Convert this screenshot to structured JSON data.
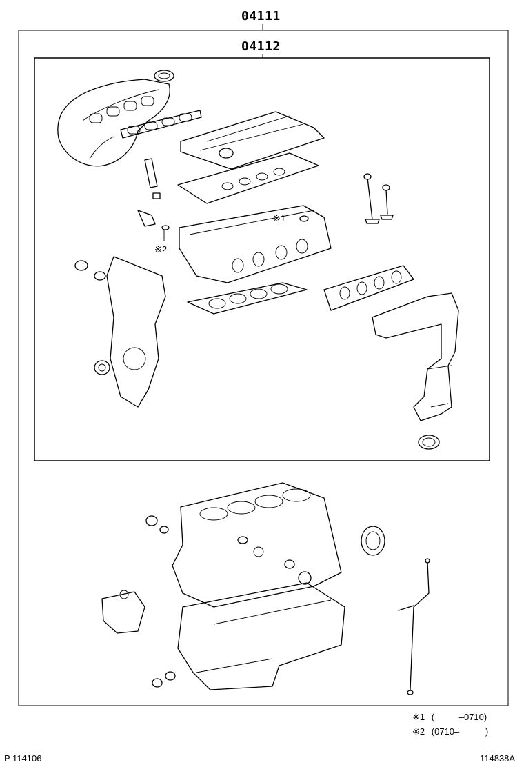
{
  "kit_outer": {
    "part_number": "04111"
  },
  "kit_inner": {
    "part_number": "04112"
  },
  "callouts": [
    {
      "mark": "※1"
    },
    {
      "mark": "※2"
    }
  ],
  "notes": [
    {
      "mark": "※1",
      "range_open": "(",
      "range_text": "–0710)"
    },
    {
      "mark": "※2",
      "range_open": "(",
      "range_text": "0710–",
      "range_close": ")"
    }
  ],
  "footer": {
    "left_ref": "P 114106",
    "right_ref": "114838A"
  }
}
